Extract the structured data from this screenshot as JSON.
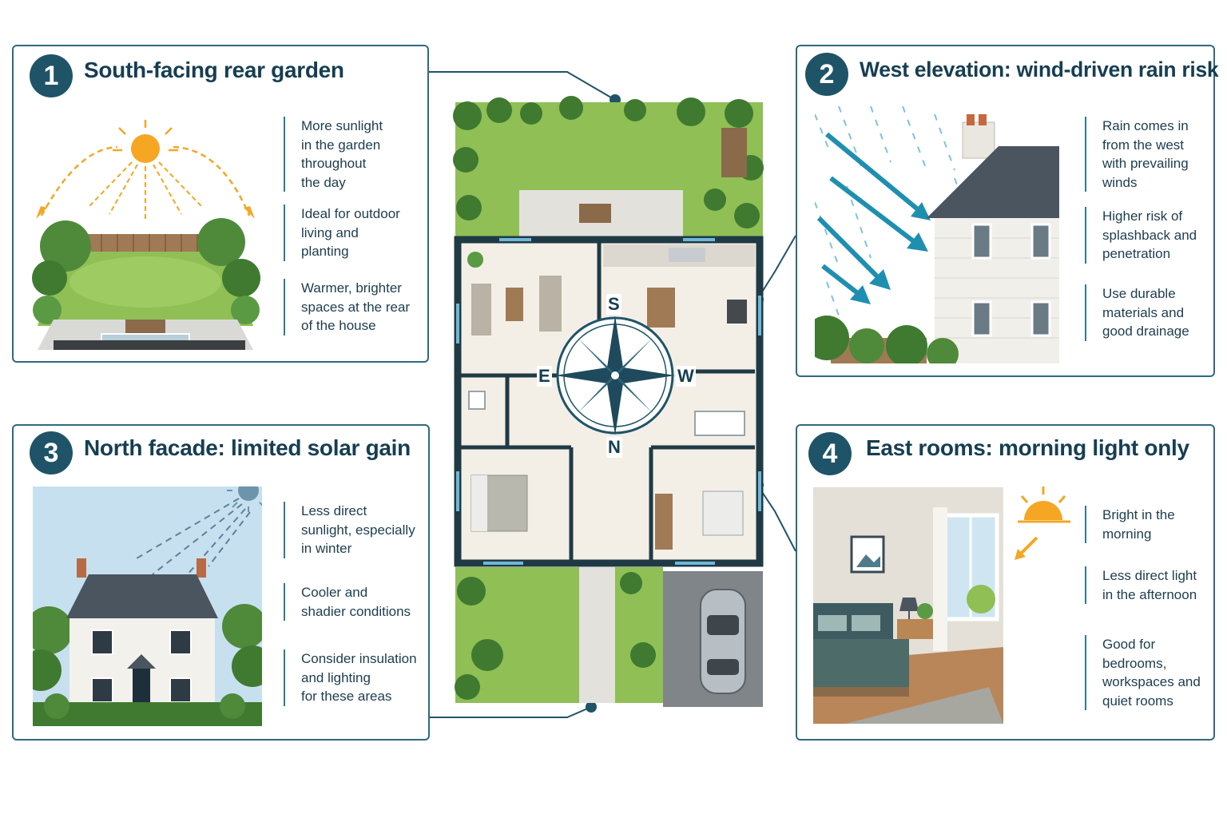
{
  "panels": [
    {
      "number": "1",
      "title": "South-facing rear garden",
      "bullets": [
        "More sunlight\nin the garden\nthroughout\nthe day",
        "Ideal for outdoor\nliving and\nplanting",
        "Warmer, brighter\nspaces at the rear\nof the house"
      ]
    },
    {
      "number": "2",
      "title": "West elevation: wind-driven rain risk",
      "bullets": [
        "Rain comes in\nfrom the west\nwith prevailing\nwinds",
        "Higher risk of\nsplashback and\npenetration",
        "Use durable\nmaterials and\ngood drainage"
      ]
    },
    {
      "number": "3",
      "title": "North facade: limited solar gain",
      "bullets": [
        "Less direct\nsunlight, especially\nin winter",
        "Cooler and\nshadier conditions",
        "Consider insulation\nand lighting\nfor these areas"
      ]
    },
    {
      "number": "4",
      "title": "East rooms: morning light only",
      "bullets": [
        "Bright in the\nmorning",
        "Less direct light\nin the afternoon",
        "Good for bedrooms,\nworkspaces and\nquiet rooms"
      ]
    }
  ],
  "compass": {
    "top": "S",
    "left": "E",
    "right": "W",
    "bottom": "N"
  },
  "colors": {
    "accent": "#1f5468",
    "border": "#2f6a7e",
    "sun": "#f5a623",
    "rain": "#1f8fb0",
    "grass": "#7fb24a",
    "wall": "#1f3a44"
  },
  "icons": [
    "sun-icon",
    "compass-rose-icon",
    "rain-arrows-icon",
    "car-icon",
    "house-icon",
    "bed-icon",
    "window-icon"
  ]
}
